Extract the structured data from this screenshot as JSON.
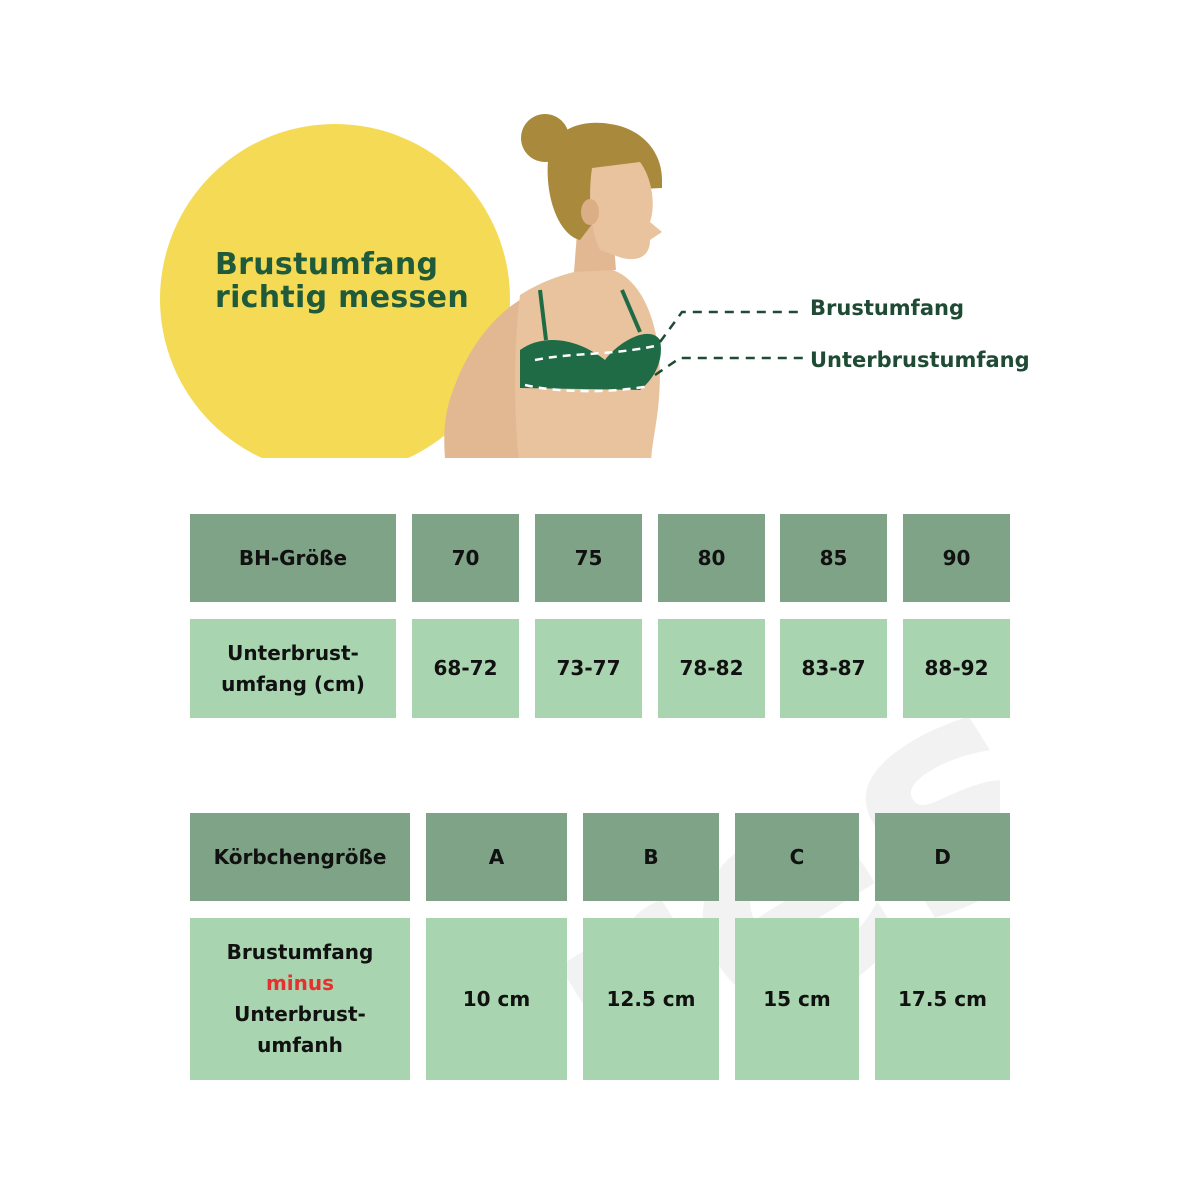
{
  "hero": {
    "title_line1": "Brustumfang",
    "title_line2": "richtig messen",
    "label_bust": "Brustumfang",
    "label_underbust": "Unterbrustumfang"
  },
  "watermark": {
    "text": "frest"
  },
  "size_table": {
    "header_label": "BH-Größe",
    "sizes": [
      "70",
      "75",
      "80",
      "85",
      "90"
    ],
    "row_label_line1": "Unterbrust-",
    "row_label_line2": "umfang (cm)",
    "ranges": [
      "68-72",
      "73-77",
      "78-82",
      "83-87",
      "88-92"
    ]
  },
  "cup_table": {
    "header_label": "Körbchengröße",
    "cups": [
      "A",
      "B",
      "C",
      "D"
    ],
    "row_label_line1": "Brustumfang",
    "row_label_minus": "minus",
    "row_label_line3": "Unterbrust-",
    "row_label_line4": "umfanh",
    "diffs": [
      "10 cm",
      "12.5 cm",
      "15 cm",
      "17.5 cm"
    ]
  },
  "colors": {
    "circle": "#f4da55",
    "title_green": "#1f5a3a",
    "header_cell": "#7fa386",
    "value_cell": "#a8d5af",
    "minus_red": "#e53030",
    "bra_green": "#1f6b45",
    "skin": "#e8c39e",
    "hair": "#a98a3c"
  }
}
